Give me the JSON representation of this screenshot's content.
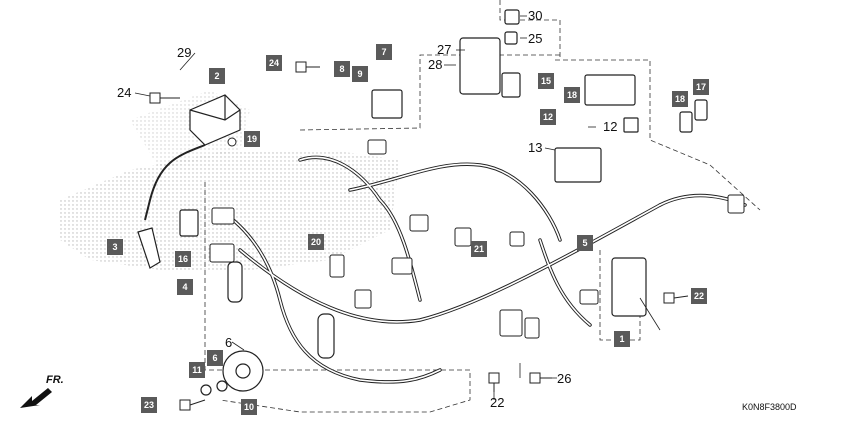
{
  "diagram": {
    "diagram_code": "K0N8F3800D",
    "front_marker": "FR.",
    "boxed_labels": {
      "b24a": "24",
      "b2": "2",
      "b7": "7",
      "b8": "8",
      "b9": "9",
      "b19": "19",
      "b15": "15",
      "b18a": "18",
      "b12": "12",
      "b18b": "18",
      "b17": "17",
      "b3": "3",
      "b16": "16",
      "b4": "4",
      "b20": "20",
      "b21": "21",
      "b5": "5",
      "b22": "22",
      "b1": "1",
      "b11": "11",
      "b6": "6",
      "b23": "23",
      "b10": "10"
    },
    "plain_labels": {
      "n30": "30",
      "n25": "25",
      "n29": "29",
      "n27": "27",
      "n28": "28",
      "n24": "24",
      "n13": "13",
      "n12": "12",
      "n6": "6",
      "n22": "22",
      "n26": "26"
    }
  }
}
